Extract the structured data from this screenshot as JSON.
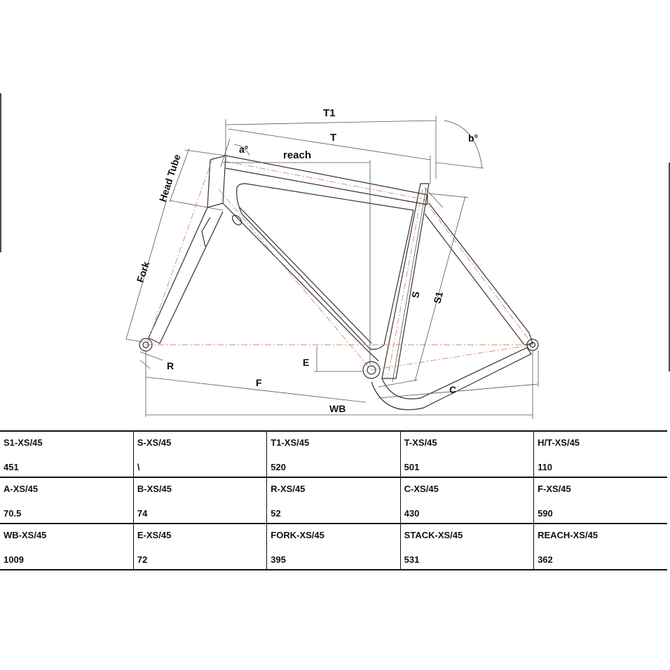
{
  "diagram": {
    "labels": {
      "t1": "T1",
      "t": "T",
      "reach": "reach",
      "a": "a°",
      "b": "b°",
      "head_tube": "Head Tube",
      "fork": "Fork",
      "s": "S",
      "s1": "S1",
      "e": "E",
      "r": "R",
      "f": "F",
      "c": "C",
      "wb": "WB"
    }
  },
  "table": {
    "rows": [
      [
        {
          "header": "S1-XS/45",
          "value": "451"
        },
        {
          "header": "S-XS/45",
          "value": "\\"
        },
        {
          "header": "T1-XS/45",
          "value": "520"
        },
        {
          "header": "T-XS/45",
          "value": "501"
        },
        {
          "header": "H/T-XS/45",
          "value": "110"
        }
      ],
      [
        {
          "header": "A-XS/45",
          "value": "70.5"
        },
        {
          "header": "B-XS/45",
          "value": "74"
        },
        {
          "header": "R-XS/45",
          "value": "52"
        },
        {
          "header": "C-XS/45",
          "value": "430"
        },
        {
          "header": "F-XS/45",
          "value": "590"
        }
      ],
      [
        {
          "header": "WB-XS/45",
          "value": "1009"
        },
        {
          "header": "E-XS/45",
          "value": "72"
        },
        {
          "header": "FORK-XS/45",
          "value": "395"
        },
        {
          "header": "STACK-XS/45",
          "value": "531"
        },
        {
          "header": "REACH-XS/45",
          "value": "362"
        }
      ]
    ]
  }
}
